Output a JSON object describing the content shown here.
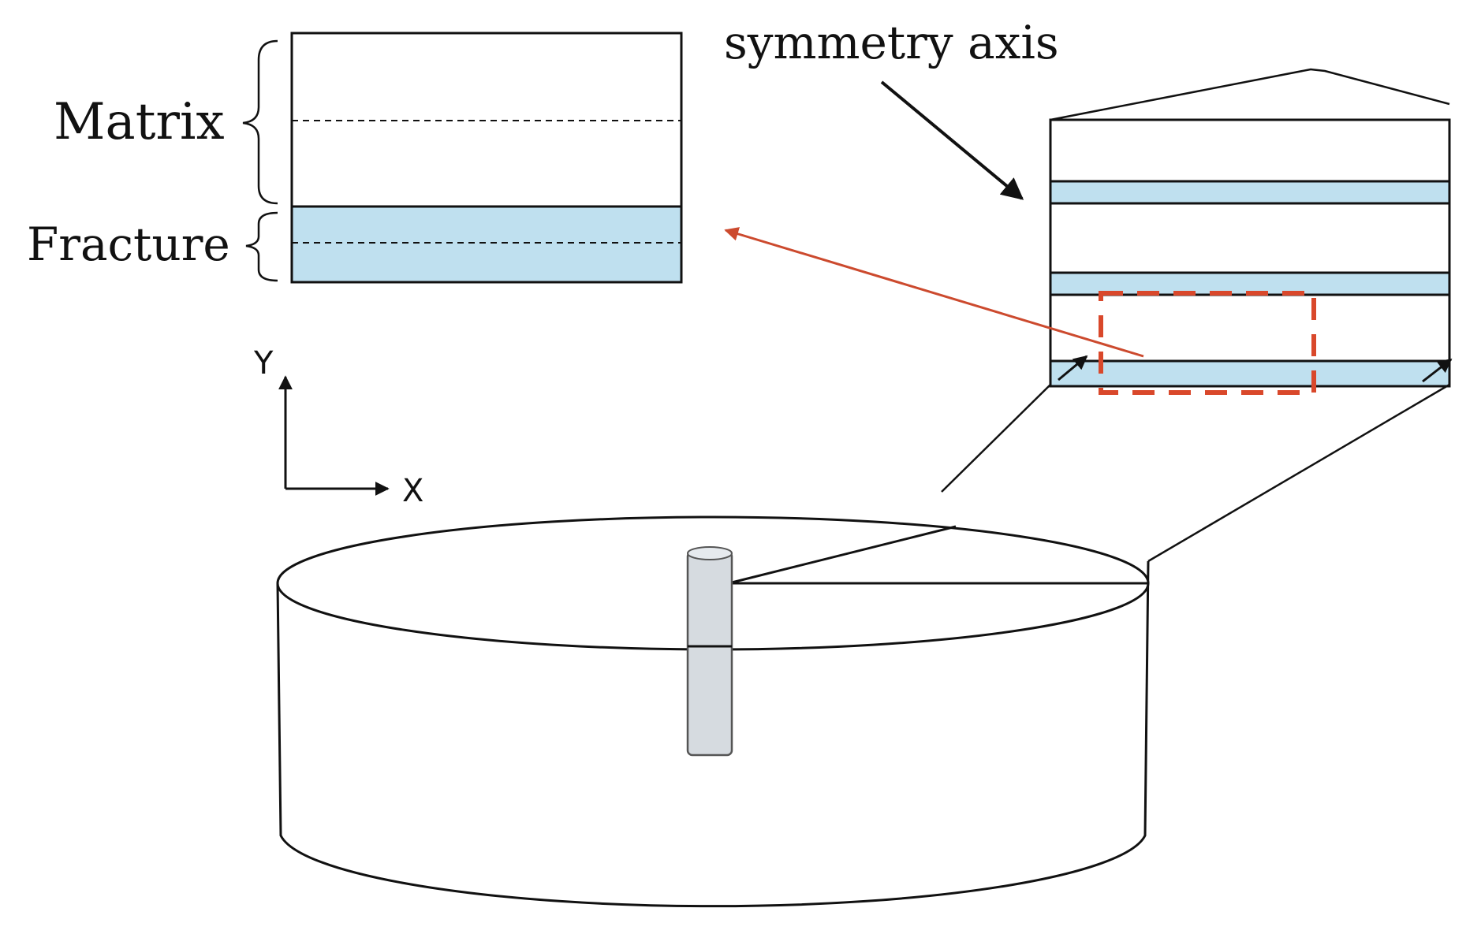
{
  "labels": {
    "matrix": "Matrix",
    "fracture": "Fracture",
    "symmetry_axis": "symmetry axis",
    "axis_y": "Y",
    "axis_x": "X"
  },
  "colors": {
    "fracture_fill": "#bfe0ef",
    "highlight_box": "#d9482b",
    "red_arrow": "#cc4a2e",
    "well": "#d6dbe0",
    "stroke": "#111111"
  }
}
